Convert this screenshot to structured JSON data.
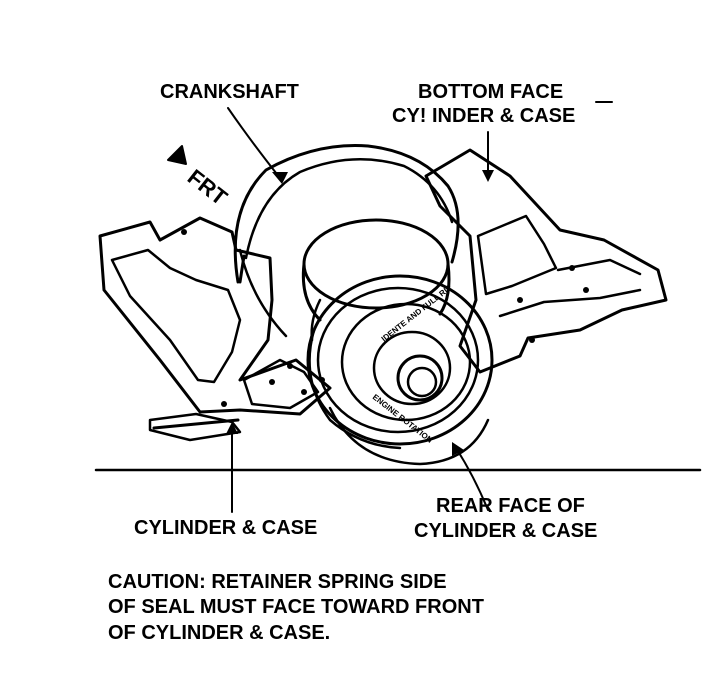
{
  "labels": {
    "crankshaft": "CRANKSHAFT",
    "bottom_face_line1": "BOTTOM FACE",
    "bottom_face_line2": "CY! INDER & CASE",
    "front": "FRT",
    "rear_face_line1": "REAR FACE OF",
    "rear_face_line2": "CYLINDER & CASE",
    "cylinder_case": "CYLINDER & CASE",
    "seal_print_1": "IDENTE AND FULL RIP",
    "seal_print_2": "ENGINE ROTATION"
  },
  "caution": {
    "line1": "CAUTION: RETAINER SPRING SIDE",
    "line2": "OF SEAL MUST FACE TOWARD FRONT",
    "line3": "OF CYLINDER & CASE."
  }
}
